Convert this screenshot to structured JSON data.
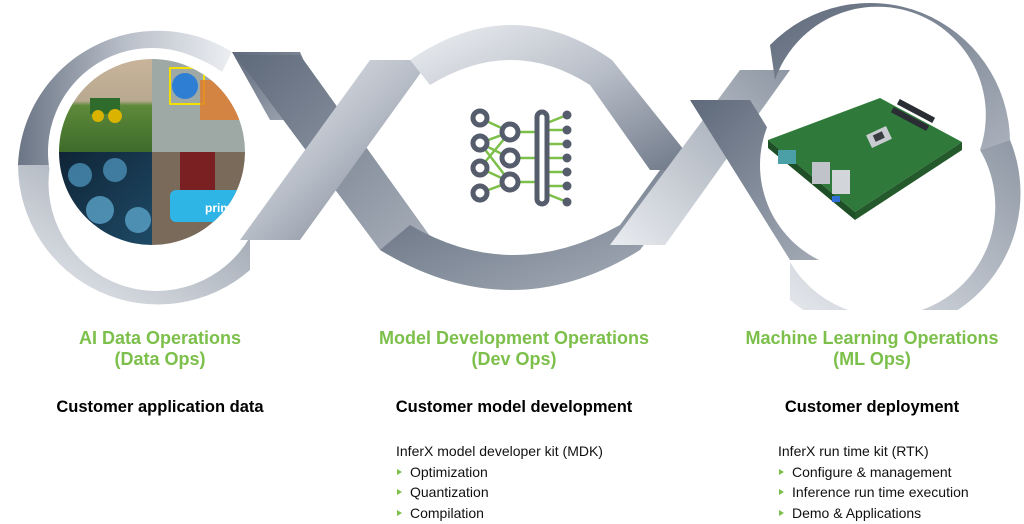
{
  "colors": {
    "accent_green": "#7cc04b",
    "loop_dark": "#5f6a7a",
    "loop_light": "#e4e7ec",
    "icon_gray": "#555c6b"
  },
  "diagram": {
    "stages": [
      {
        "title_line1": "AI Data Operations",
        "title_line2": "(Data Ops)",
        "subtitle": "Customer application data",
        "image": "application-photo-collage",
        "collage_tile_text": "prime"
      },
      {
        "title_line1": "Model Development Operations",
        "title_line2": "(Dev Ops)",
        "subtitle": "Customer model development",
        "image": "neural-network-icon",
        "kit_title": "InferX model developer kit (MDK)",
        "kit_items": [
          "Optimization",
          "Quantization",
          "Compilation"
        ]
      },
      {
        "title_line1": "Machine Learning Operations",
        "title_line2": "(ML Ops)",
        "subtitle": "Customer deployment",
        "image": "motherboard-photo",
        "kit_title": "InferX run time kit (RTK)",
        "kit_items": [
          "Configure & management",
          "Inference run time execution",
          "Demo & Applications"
        ]
      }
    ]
  }
}
